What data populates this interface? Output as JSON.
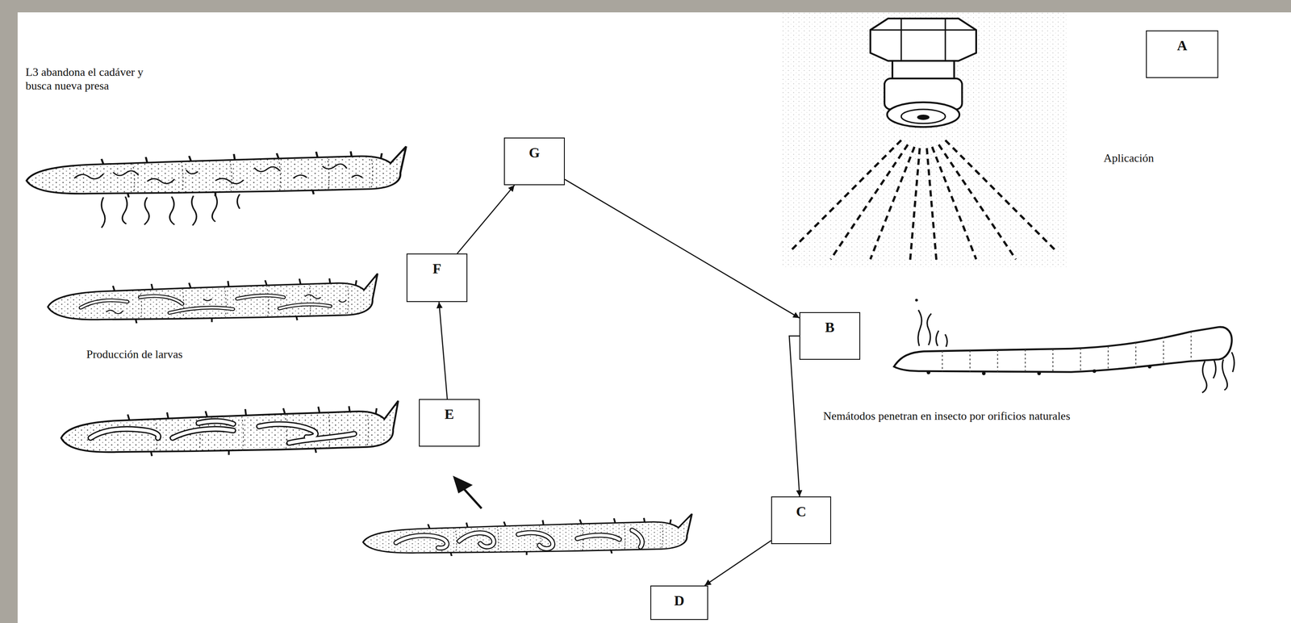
{
  "diagram": {
    "nodes": [
      {
        "text": [
          "A"
        ]
      },
      {
        "text": [
          "B"
        ]
      },
      {
        "text": [
          "C"
        ]
      },
      {
        "text": [
          "D"
        ]
      },
      {
        "text": [
          "E"
        ]
      },
      {
        "text": [
          "F"
        ]
      },
      {
        "text": [
          "G"
        ]
      }
    ],
    "edges": [
      {
        "from": 6,
        "to": 1,
        "arrow": "to"
      },
      {
        "from": 1,
        "to": 2,
        "arrow": "to"
      },
      {
        "from": 2,
        "to": 3,
        "arrow": "to"
      },
      {
        "from": 4,
        "to": 5,
        "arrow": "to"
      },
      {
        "from": 5,
        "to": 6,
        "arrow": "to"
      }
    ],
    "labels": [
      "L3 abandona el cadáver y busca nueva presa",
      "Aplicación",
      "Producción de larvas",
      "Nemátodos penetran en insecto por orificios naturales"
    ]
  }
}
